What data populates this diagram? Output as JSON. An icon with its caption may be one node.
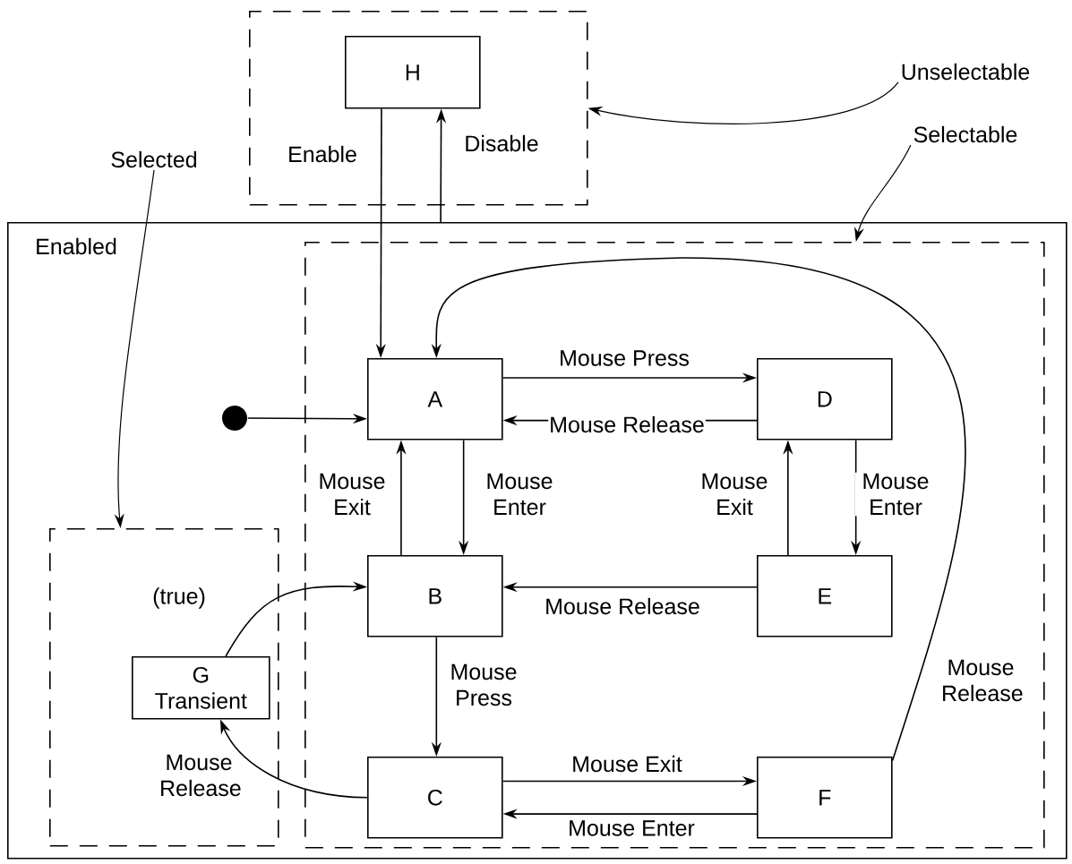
{
  "diagram": {
    "nodes": [
      {
        "text": [],
        "shape": "box"
      },
      {
        "text": [
          "H"
        ],
        "in": 0
      },
      {
        "text": [
          "Enabled"
        ]
      },
      {
        "text": [],
        "shape": "box",
        "in": 2
      },
      {
        "text": [],
        "shape": "box",
        "in": 2
      },
      {
        "text": [],
        "shape": "circle",
        "in": 2
      },
      {
        "text": [
          "A"
        ],
        "in": 3
      },
      {
        "text": [
          "D"
        ],
        "in": 3
      },
      {
        "text": [
          "B"
        ],
        "in": 3
      },
      {
        "text": [
          "E"
        ],
        "in": 3
      },
      {
        "text": [
          "C"
        ],
        "in": 3
      },
      {
        "text": [
          "F"
        ],
        "in": 3
      },
      {
        "text": [
          "G",
          "Transient"
        ],
        "in": 4
      },
      {
        "text": [
          "Unselectable"
        ]
      },
      {
        "text": [
          "Selectable"
        ]
      },
      {
        "text": [
          "Selected"
        ]
      }
    ],
    "edges": [
      {
        "from": 1,
        "to": 6,
        "arrow": "to",
        "label": "Enable"
      },
      {
        "from": 2,
        "to": 1,
        "arrow": "to",
        "label": "Disable"
      },
      {
        "from": 5,
        "to": 6,
        "arrow": "to"
      },
      {
        "from": 6,
        "to": 7,
        "arrow": "to",
        "label": "Mouse Press"
      },
      {
        "from": 7,
        "to": 6,
        "arrow": "to",
        "label": "Mouse Release"
      },
      {
        "from": 8,
        "to": 6,
        "arrow": "to",
        "label": "Mouse Exit"
      },
      {
        "from": 6,
        "to": 8,
        "arrow": "to",
        "label": "Mouse Enter"
      },
      {
        "from": 9,
        "to": 7,
        "arrow": "to",
        "label": "Mouse Exit"
      },
      {
        "from": 7,
        "to": 9,
        "arrow": "to",
        "label": "Mouse Enter"
      },
      {
        "from": 9,
        "to": 8,
        "arrow": "to",
        "label": "Mouse Release"
      },
      {
        "from": 8,
        "to": 10,
        "arrow": "to",
        "label": "Mouse Press"
      },
      {
        "from": 10,
        "to": 11,
        "arrow": "to",
        "label": "Mouse Exit"
      },
      {
        "from": 11,
        "to": 10,
        "arrow": "to",
        "label": "Mouse Enter"
      },
      {
        "from": 11,
        "to": 6,
        "arrow": "to",
        "label": "Mouse Release"
      },
      {
        "from": 10,
        "to": 12,
        "arrow": "to",
        "label": "Mouse Release"
      },
      {
        "from": 12,
        "to": 8,
        "arrow": "to",
        "label": "(true)"
      },
      {
        "from": 13,
        "to": 0,
        "arrow": "to"
      },
      {
        "from": 14,
        "to": 3,
        "arrow": "to"
      },
      {
        "from": 15,
        "to": 4,
        "arrow": "to"
      }
    ]
  }
}
